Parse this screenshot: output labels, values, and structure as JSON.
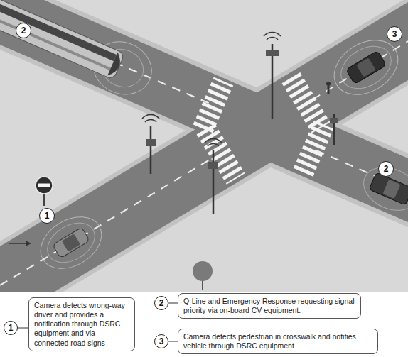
{
  "diagram": {
    "nodes": [
      {
        "text": [
          "2"
        ]
      },
      {
        "text": [
          "3"
        ]
      },
      {
        "text": [
          "2"
        ]
      },
      {
        "text": [
          "1"
        ]
      },
      {
        "text": [
          "1"
        ]
      },
      {
        "text": [
          "Camera detects wrong-way driver and provides a notification through DSRC equipment and via connected road signs"
        ]
      },
      {
        "text": [
          "2"
        ]
      },
      {
        "text": [
          "Q-Line and Emergency Response requesting signal priority via on-board CV equipment."
        ]
      },
      {
        "text": [
          "3"
        ]
      },
      {
        "text": [
          "Camera detects pedestrian in crosswalk and notifies vehicle through DSRC equipment"
        ]
      }
    ],
    "edges": [
      {
        "from": 4,
        "to": 5,
        "arrow": "none"
      },
      {
        "from": 6,
        "to": 7,
        "arrow": "none"
      },
      {
        "from": 8,
        "to": 9,
        "arrow": "none"
      }
    ]
  }
}
